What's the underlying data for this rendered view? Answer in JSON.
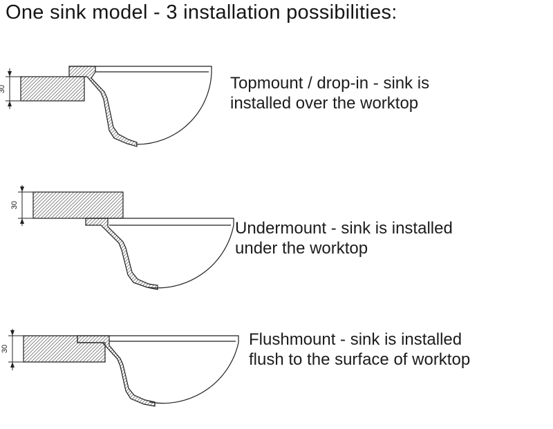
{
  "title": "One sink model - 3 installation possibilities:",
  "rows": [
    {
      "id": "topmount",
      "dimension_label": "30",
      "caption_line1": "Topmount / drop-in - sink is",
      "caption_line2": "installed over the worktop"
    },
    {
      "id": "undermount",
      "dimension_label": "30",
      "caption_line1": "Undermount - sink is installed",
      "caption_line2": "under the worktop"
    },
    {
      "id": "flushmount",
      "dimension_label": "30",
      "caption_line1": "Flushmount - sink is installed",
      "caption_line2": "flush to the surface of worktop"
    }
  ]
}
